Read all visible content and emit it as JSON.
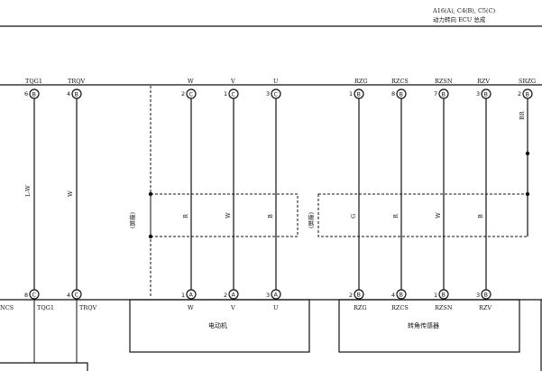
{
  "header": {
    "connector_ids": "A16(A), C4(B), C5(C)",
    "ecu_name": "动力转向 ECU 总成"
  },
  "top_pins": [
    {
      "name": "TQG1",
      "num": "6",
      "conn": "B"
    },
    {
      "name": "TRQV",
      "num": "4",
      "conn": "B"
    },
    {
      "name": "W",
      "num": "2",
      "conn": "C"
    },
    {
      "name": "V",
      "num": "1",
      "conn": "C"
    },
    {
      "name": "U",
      "num": "3",
      "conn": "C"
    },
    {
      "name": "RZG",
      "num": "1",
      "conn": "B"
    },
    {
      "name": "RZCS",
      "num": "8",
      "conn": "B"
    },
    {
      "name": "RZSN",
      "num": "7",
      "conn": "B"
    },
    {
      "name": "RZV",
      "num": "3",
      "conn": "B"
    },
    {
      "name": "SRZG",
      "num": "2",
      "conn": "B"
    }
  ],
  "bottom_pins": [
    {
      "name": "TQG1",
      "num": "8",
      "conn": "C"
    },
    {
      "name": "TRQV",
      "num": "4",
      "conn": "C"
    },
    {
      "name": "W",
      "num": "1",
      "conn": "A"
    },
    {
      "name": "V",
      "num": "2",
      "conn": "A"
    },
    {
      "name": "U",
      "num": "3",
      "conn": "A"
    },
    {
      "name": "RZG",
      "num": "2",
      "conn": "B"
    },
    {
      "name": "RZCS",
      "num": "4",
      "conn": "B"
    },
    {
      "name": "RZSN",
      "num": "1",
      "conn": "B"
    },
    {
      "name": "RZV",
      "num": "3",
      "conn": "B"
    }
  ],
  "bottom_left_label": "NCS",
  "wire_colors": {
    "tqg1": "L-W",
    "trqv": "W",
    "motor_w": "R",
    "motor_v": "W",
    "motor_u": "B",
    "rzg": "G",
    "rzcs": "R",
    "rzsn": "W",
    "rzv": "B",
    "srzg": "BR"
  },
  "shield_label": "(屏蔽)",
  "components": {
    "motor": "电动机",
    "sensor": "转角传感器"
  }
}
